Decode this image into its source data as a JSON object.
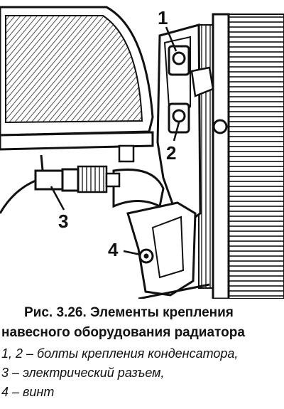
{
  "figure": {
    "callouts": [
      {
        "id": "1",
        "label": "1"
      },
      {
        "id": "2",
        "label": "2"
      },
      {
        "id": "3",
        "label": "3"
      },
      {
        "id": "4",
        "label": "4"
      }
    ]
  },
  "caption": {
    "title": "Рис. 3.26. Элементы крепления",
    "subtitle": "навесного оборудования радиатора",
    "items": [
      "1, 2 – болты крепления конденсатора,",
      "3 – электрический разъем,",
      "4 – винт"
    ]
  }
}
